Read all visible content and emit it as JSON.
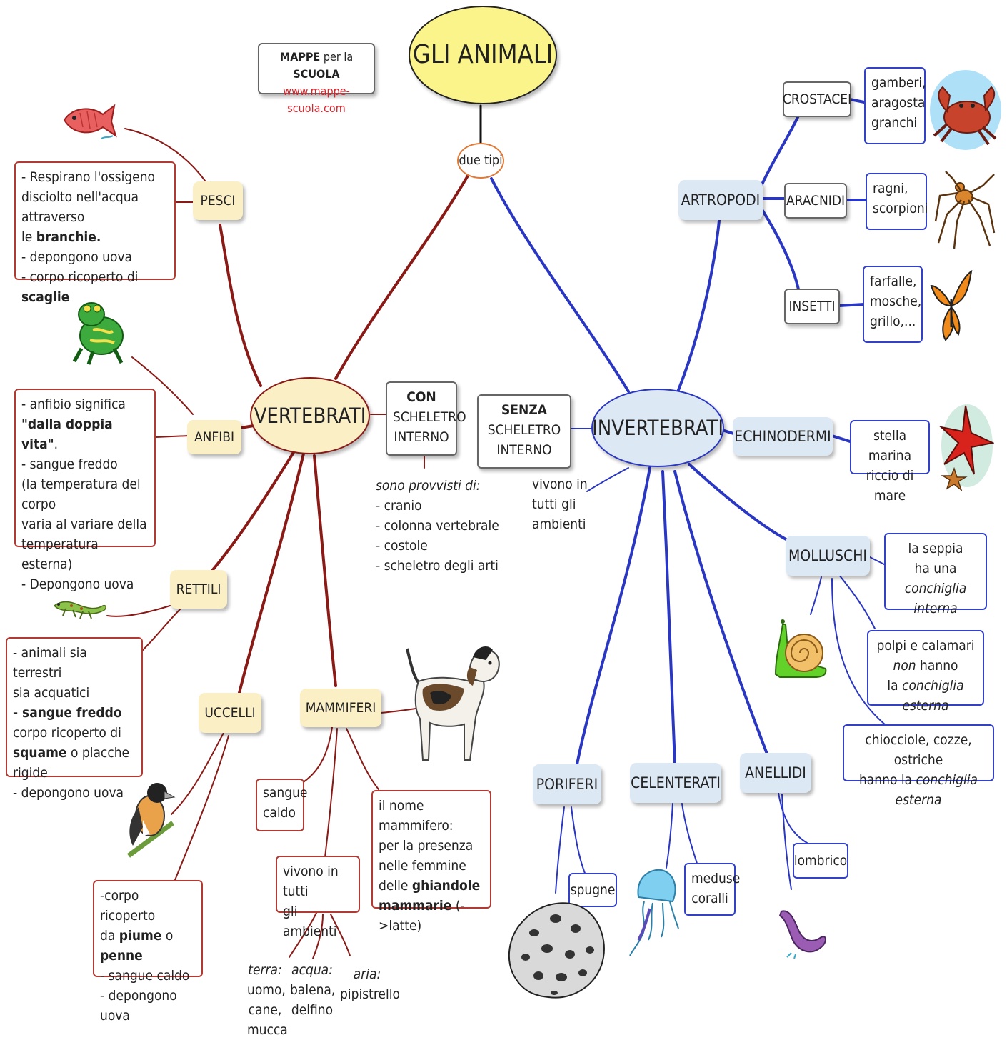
{
  "logo": {
    "line1_a": "MAPPE",
    "line1_b": " per la ",
    "line1_c": "SCUOLA",
    "url": "www.mappe-scuola.com"
  },
  "title": "GLI ANIMALI",
  "link_label": "due tipi",
  "vertebrati": {
    "label": "VERTEBRATI",
    "con": {
      "bold": "CON",
      "rest": [
        "SCHELETRO",
        "INTERNO"
      ]
    },
    "provvisti": {
      "intro": "sono provvisti di:",
      "items": [
        "- cranio",
        "- colonna vertebrale",
        "- costole",
        "- scheletro degli arti"
      ]
    },
    "pesci": {
      "label": "PESCI",
      "desc": [
        "- Respirano l'ossigeno",
        "disciolto nell'acqua attraverso",
        "le ",
        "branchie.",
        "- depongono uova",
        "- corpo ricoperto di ",
        "scaglie"
      ]
    },
    "anfibi": {
      "label": "ANFIBI",
      "desc": [
        "- anfibio significa",
        "\"dalla doppia vita\"",
        ".",
        "- sangue freddo",
        "(la temperatura del corpo",
        "varia al variare della",
        "temperatura esterna)",
        "- Depongono uova"
      ]
    },
    "rettili": {
      "label": "RETTILI",
      "desc": [
        "- animali sia terrestri",
        "sia acquatici",
        "- ",
        "sangue freddo",
        "corpo ricoperto di",
        "squame",
        " o placche rigide",
        "- depongono uova"
      ]
    },
    "uccelli": {
      "label": "UCCELLI",
      "desc": [
        "-corpo ricoperto",
        "da ",
        "piume",
        " o ",
        "penne",
        "- sangue caldo",
        "- depongono uova"
      ]
    },
    "mammiferi": {
      "label": "MAMMIFERI",
      "sangue": [
        "sangue",
        "caldo"
      ],
      "vivono": [
        "vivono in tutti",
        "gli ambienti"
      ],
      "nome": [
        "il nome mammifero:",
        "per la presenza",
        "nelle femmine",
        "delle ",
        "ghiandole",
        "mammarie",
        " (->latte)"
      ],
      "terra": {
        "head": "terra:",
        "items": [
          "uomo,",
          "cane,",
          "mucca"
        ]
      },
      "acqua": {
        "head": "acqua:",
        "items": [
          "balena,",
          "delfino"
        ]
      },
      "aria": {
        "head": "aria:",
        "items": [
          "pipistrello"
        ]
      }
    }
  },
  "invertebrati": {
    "label": "INVERTEBRATI",
    "senza": {
      "bold": "SENZA",
      "rest": [
        "SCHELETRO",
        "INTERNO"
      ]
    },
    "vivono": [
      "vivono in",
      "tutti gli",
      "ambienti"
    ],
    "artropodi": {
      "label": "ARTROPODI"
    },
    "crostacei": {
      "label": "CROSTACEI",
      "desc": [
        "gamberi,",
        "aragosta",
        "granchi"
      ]
    },
    "aracnidi": {
      "label": "ARACNIDI",
      "desc": [
        "ragni,",
        "scorpioni"
      ]
    },
    "insetti": {
      "label": "INSETTI",
      "desc": [
        "farfalle,",
        "mosche,",
        "grillo,..."
      ]
    },
    "echinodermi": {
      "label": "ECHINODERMI",
      "desc": [
        "stella marina",
        "riccio di mare"
      ]
    },
    "molluschi": {
      "label": "MOLLUSCHI",
      "seppia": [
        "la seppia",
        "ha una",
        "conchiglia interna"
      ],
      "polpi": [
        "polpi e calamari",
        "non",
        " hanno",
        "la ",
        "conchiglia esterna"
      ],
      "chiocciole": [
        "chiocciole, cozze, ostriche",
        "hanno la ",
        "conchiglia esterna"
      ]
    },
    "poriferi": {
      "label": "PORIFERI",
      "desc": [
        "spugne"
      ]
    },
    "celenterati": {
      "label": "CELENTERATI",
      "desc": [
        "meduse",
        "coralli"
      ]
    },
    "anellidi": {
      "label": "ANELLIDI",
      "desc": [
        "lombrico"
      ]
    }
  },
  "colors": {
    "vertebrati_line": "#8a1a16",
    "invertebrati_line": "#2a37c2",
    "title_fill": "#fbf48a",
    "vertebrati_fill": "#fbefc6",
    "invertebrati_fill": "#dde8f5"
  },
  "icons": [
    "fish-icon",
    "frog-icon",
    "lizard-icon",
    "bird-icon",
    "dog-icon",
    "crab-icon",
    "spider-icon",
    "butterfly-icon",
    "starfish-icon",
    "snail-icon",
    "sponge-icon",
    "jellyfish-icon",
    "worm-icon"
  ]
}
